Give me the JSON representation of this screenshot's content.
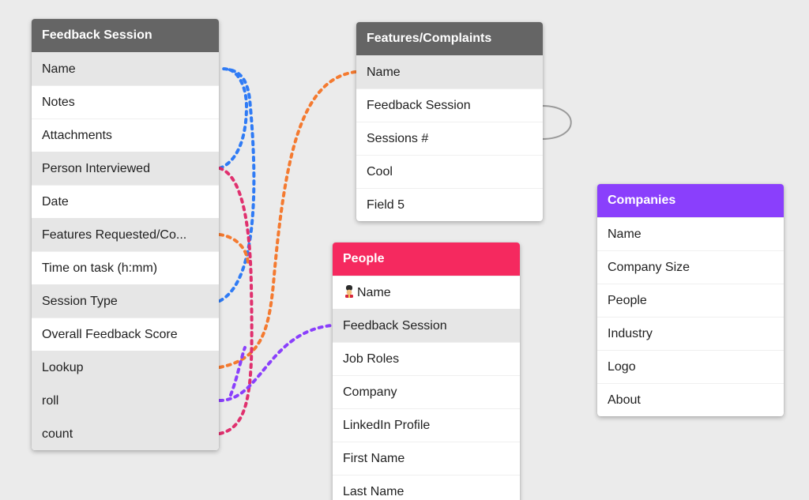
{
  "colors": {
    "feedback_header": "#656565",
    "features_header": "#656565",
    "companies_header": "#8a3ffc",
    "people_header": "#f5295f",
    "link_blue": "#2f7bf5",
    "link_orange": "#f47a30",
    "link_pink": "#e0306e",
    "link_purple": "#8a3ffc",
    "link_gray": "#9a9a9a"
  },
  "tables": {
    "feedback": {
      "title": "Feedback Session",
      "fields": [
        "Name",
        "Notes",
        "Attachments",
        "Person Interviewed",
        "Date",
        "Features Requested/Co...",
        "Time on task (h:mm)",
        "Session Type",
        "Overall Feedback Score",
        "Lookup",
        "roll",
        "count"
      ]
    },
    "features": {
      "title": "Features/Complaints",
      "fields": [
        "Name",
        "Feedback Session",
        "Sessions #",
        "Cool",
        "Field 5"
      ]
    },
    "people": {
      "title": "People",
      "name_icon": "guard-emoji-icon",
      "fields": [
        "Name",
        "Feedback Session",
        "Job Roles",
        "Company",
        "LinkedIn Profile",
        "First Name",
        "Last Name"
      ]
    },
    "companies": {
      "title": "Companies",
      "fields": [
        "Name",
        "Company Size",
        "People",
        "Industry",
        "Logo",
        "About"
      ]
    }
  }
}
